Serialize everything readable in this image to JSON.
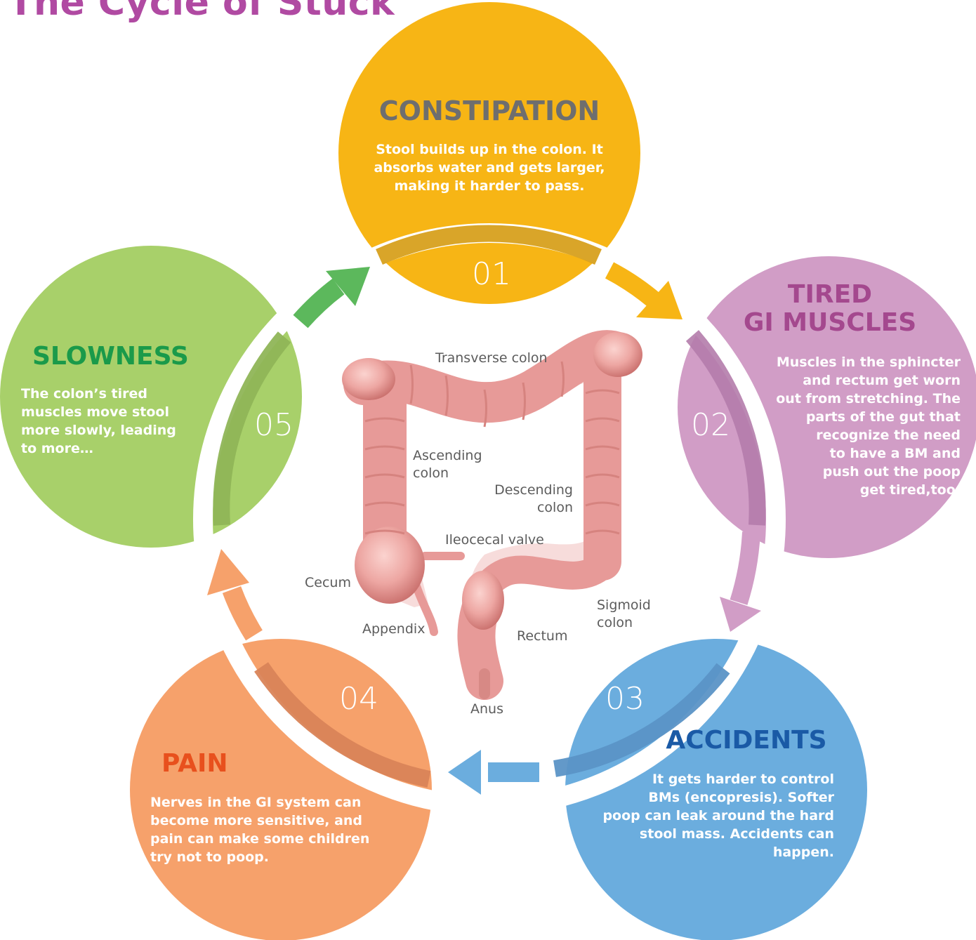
{
  "title": "The Cycle of Stuck",
  "colors": {
    "title": "#b04aa2",
    "constipation": "#f7b515",
    "tired_muscles": "#d19dc6",
    "accidents": "#6badde",
    "pain": "#f6a16b",
    "slowness": "#a8d06a",
    "arrow_green": "#5cb85c",
    "colon": "#e79a98"
  },
  "steps": [
    {
      "number": "01",
      "heading": [
        "CONSTIPATION"
      ],
      "description": [
        "Stool builds up in the colon. It",
        "absorbs water and gets larger,",
        "making it harder to pass."
      ],
      "color": "#f7b515",
      "heading_color": "#6e6e6e"
    },
    {
      "number": "02",
      "heading": [
        "TIRED",
        "GI MUSCLES"
      ],
      "description": [
        "Muscles in the sphincter",
        "and rectum get worn",
        "out from stretching. The",
        "parts of the gut that",
        "recognize the need",
        "to have a BM and",
        "push out the poop",
        "get tired,too."
      ],
      "color": "#d19dc6",
      "heading_color": "#a4488e"
    },
    {
      "number": "03",
      "heading": [
        "ACCIDENTS"
      ],
      "description": [
        "It gets harder to control",
        "BMs (encopresis). Softer",
        "poop can leak around the hard",
        "stool mass. Accidents can",
        "happen."
      ],
      "color": "#6badde",
      "heading_color": "#1a5aa6"
    },
    {
      "number": "04",
      "heading": [
        "PAIN"
      ],
      "description": [
        "Nerves in the GI system can",
        "become more sensitive, and",
        "pain can make some children",
        "try not to poop."
      ],
      "color": "#f6a16b",
      "heading_color": "#e8501d"
    },
    {
      "number": "05",
      "heading": [
        "SLOWNESS"
      ],
      "description": [
        "The colon’s tired",
        "muscles move stool",
        "more slowly, leading",
        "to more…"
      ],
      "color": "#a8d06a",
      "heading_color": "#1a9a4a"
    }
  ],
  "anatomy_labels": {
    "transverse_colon": [
      "Transverse colon"
    ],
    "ascending_colon": [
      "Ascending",
      "colon"
    ],
    "descending_colon": [
      "Descending",
      "colon"
    ],
    "ileocecal_valve": [
      "Ileocecal valve"
    ],
    "cecum": [
      "Cecum"
    ],
    "appendix": [
      "Appendix"
    ],
    "rectum": [
      "Rectum"
    ],
    "sigmoid_colon": [
      "Sigmoid",
      "colon"
    ],
    "anus": [
      "Anus"
    ]
  }
}
